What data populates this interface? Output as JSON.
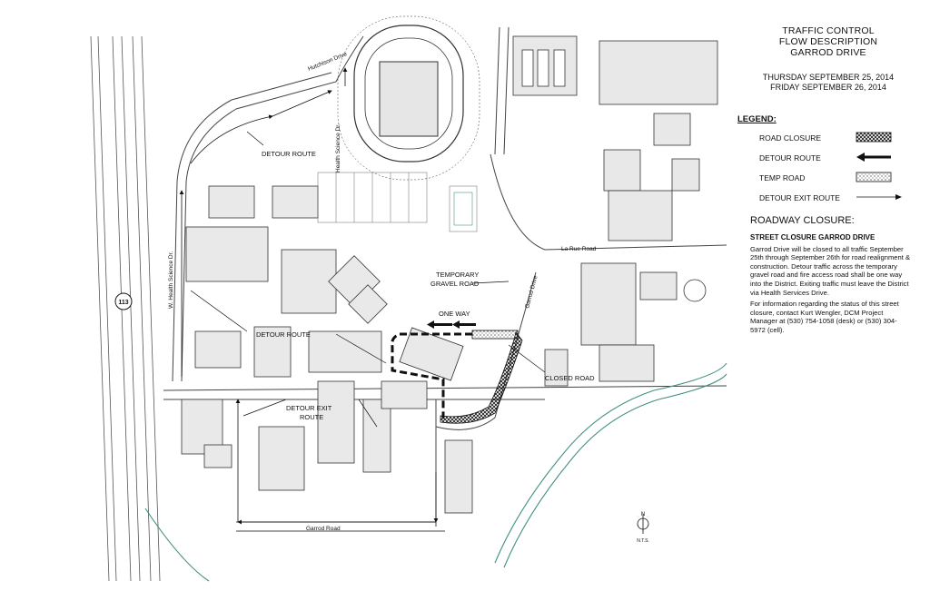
{
  "title_lines": [
    "TRAFFIC CONTROL",
    "FLOW DESCRIPTION",
    "GARROD DRIVE"
  ],
  "date_lines": [
    "THURSDAY SEPTEMBER 25, 2014",
    "FRIDAY SEPTEMBER 26, 2014"
  ],
  "legend": {
    "heading": "LEGEND:",
    "items": [
      {
        "label": "ROAD CLOSURE",
        "symbol": "crosshatch-box-icon"
      },
      {
        "label": "DETOUR ROUTE",
        "symbol": "bold-arrow-icon"
      },
      {
        "label": "TEMP ROAD",
        "symbol": "stipple-box-icon"
      },
      {
        "label": "DETOUR EXIT ROUTE",
        "symbol": "thin-arrow-icon"
      }
    ]
  },
  "closure": {
    "heading": "ROADWAY CLOSURE:",
    "subheading": "STREET CLOSURE GARROD DRIVE",
    "paragraph1": "Garrod Drive will be closed to all traffic September 25th through September 26th for road realignment & construction. Detour traffic across the temporary gravel road and fire access road shall be one way into the District.  Exiting traffic must leave the District via Health Services Drive.",
    "paragraph2": "For information regarding the status of this street closure, contact Kurt Wengler, DCM Project Manager at (530) 754-1058 (desk) or (530) 304-5972 (cell)."
  },
  "map": {
    "labels": {
      "detour_route_top": "DETOUR ROUTE",
      "detour_route_mid": "DETOUR ROUTE",
      "detour_exit_1": "DETOUR EXIT",
      "detour_exit_2": "ROUTE",
      "temp_gravel_1": "TEMPORARY",
      "temp_gravel_2": "GRAVEL ROAD",
      "one_way": "ONE WAY",
      "closed_road": "CLOSED ROAD"
    },
    "roads": {
      "hutchison": "Hutchison Drive",
      "health_science": "Health Science Dr.",
      "w_health_science": "W. Health Science Dr.",
      "garrod_drive": "Garrod Drive",
      "la_rue": "La Rue Road",
      "garrod_road": "Garrod Road"
    },
    "route_shield": "113",
    "north": "N",
    "scale_note": "N.T.S."
  },
  "colors": {
    "ink": "#111111",
    "waterway": "#3f8f83"
  }
}
